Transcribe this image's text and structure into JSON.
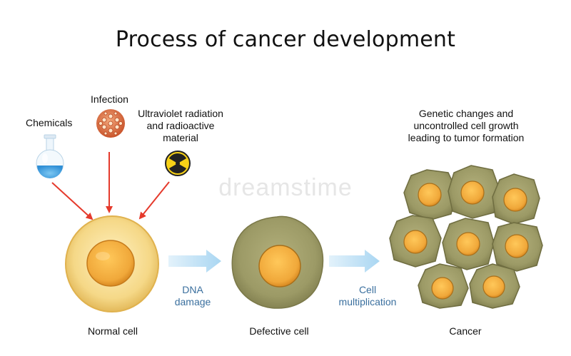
{
  "title": "Process of cancer development",
  "watermark": "dreamstime",
  "causes": {
    "chemicals": "Chemicals",
    "infection": "Infection",
    "radiation": "Ultraviolet radiation and radioactive material"
  },
  "transitions": {
    "dna_damage": "DNA damage",
    "cell_multiplication": "Cell multiplication"
  },
  "stages": {
    "normal": "Normal cell",
    "defective": "Defective cell",
    "cancer": "Cancer"
  },
  "cancer_note": "Genetic changes and uncontrolled cell growth leading to tumor formation",
  "colors": {
    "arrow_red": "#e53a2c",
    "arrow_blue": "#a9d6f2",
    "normal_cytoplasm": "#f5d887",
    "nucleus": "#f0a83a",
    "defective_cell": "#9c9a66",
    "text_blue": "#3a6f9e"
  }
}
